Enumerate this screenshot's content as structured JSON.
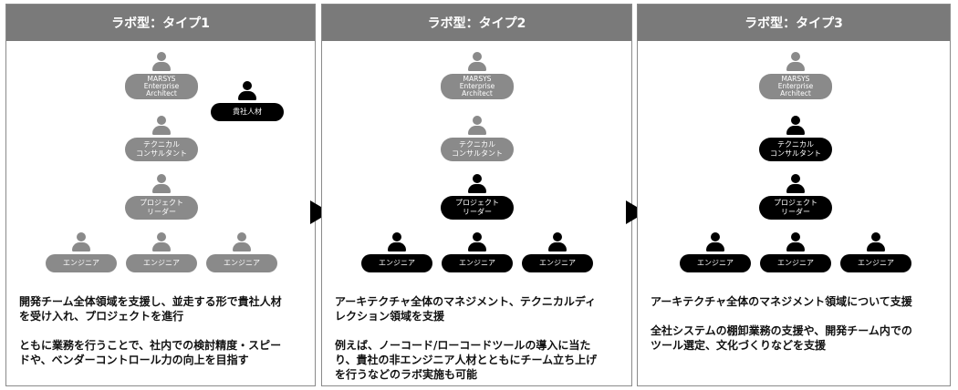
{
  "panels": [
    {
      "title": "ラボ型：タイプ1",
      "nodes": {
        "architect": "MARSYS\nEnterprise\nArchitect",
        "client": "貴社人材",
        "consultant": "テクニカル\nコンサルタント",
        "leader": "プロジェクト\nリーダー",
        "eng1": "エンジニア",
        "eng2": "エンジニア",
        "eng3": "エンジニア"
      },
      "desc1_line1": "開発チーム全体領域を支援し、並走する形で貴社人材",
      "desc1_line2": "を受け入れ、プロジェクトを進行",
      "desc2_line1": "ともに業務を行うことで、社内での検討精度・スピー",
      "desc2_line2": "ドや、ベンダーコントロール力の向上を目指す"
    },
    {
      "title": "ラボ型：タイプ2",
      "nodes": {
        "architect": "MARSYS\nEnterprise\nArchitect",
        "consultant": "テクニカル\nコンサルタント",
        "leader": "プロジェクト\nリーダー",
        "eng1": "エンジニア",
        "eng2": "エンジニア",
        "eng3": "エンジニア"
      },
      "desc1_line1": "アーキテクチャ全体のマネジメント、テクニカルディ",
      "desc1_line2": "レクション領域を支援",
      "desc2_line1": "例えば、ノーコード/ローコードツールの導入に当た",
      "desc2_line2": "り、貴社の非エンジニア人材とともにチーム立ち上げ",
      "desc2_line3": "を行うなどのラボ実施も可能"
    },
    {
      "title": "ラボ型：タイプ3",
      "nodes": {
        "architect": "MARSYS\nEnterprise\nArchitect",
        "consultant": "テクニカル\nコンサルタント",
        "leader": "プロジェクト\nリーダー",
        "eng1": "エンジニア",
        "eng2": "エンジニア",
        "eng3": "エンジニア"
      },
      "desc1_line1": "アーキテクチャ全体のマネジメント領域について支援",
      "desc2_line1": "全社システムの棚卸業務の支援や、開発チーム内での",
      "desc2_line2": "ツール選定、文化づくりなどを支援"
    }
  ],
  "colors": {
    "header": "#7a7a7a",
    "gray_role": "#8a8a8a",
    "black_role": "#000000"
  }
}
